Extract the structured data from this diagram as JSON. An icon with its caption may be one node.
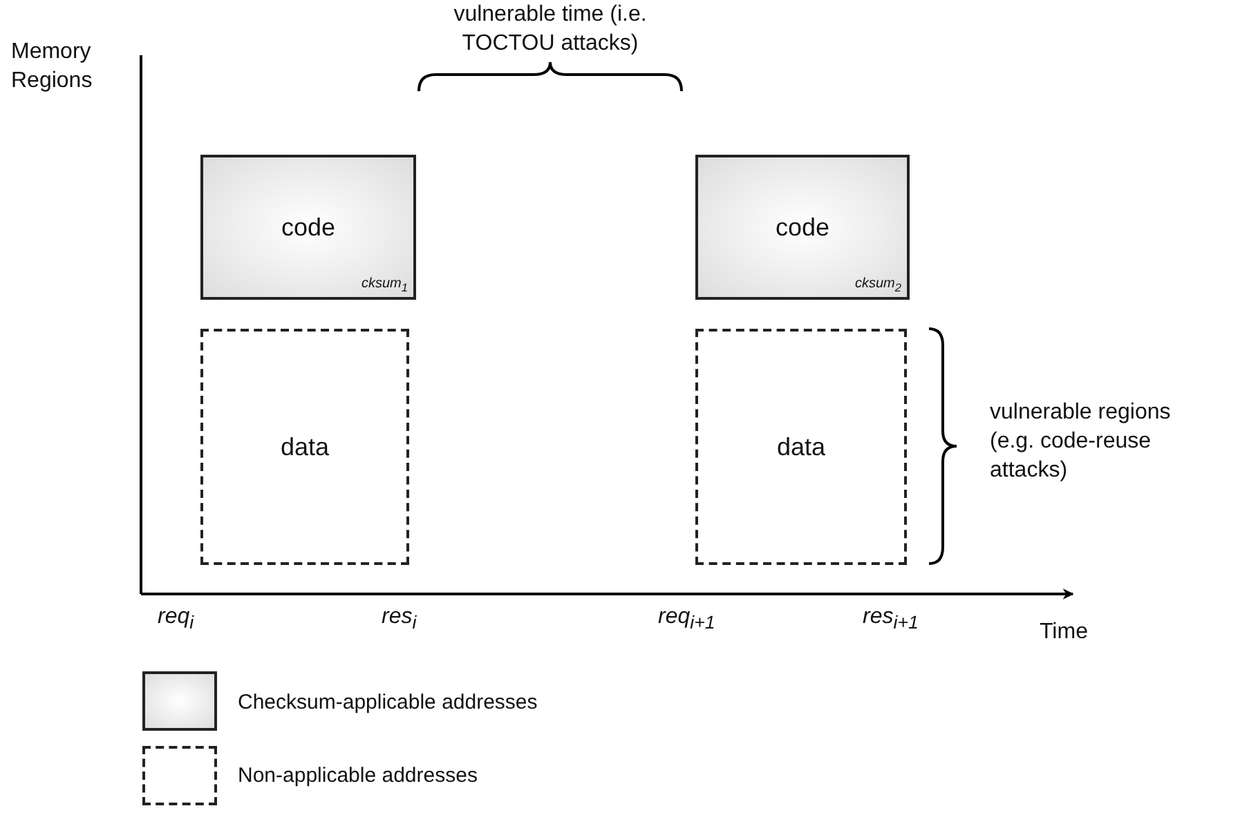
{
  "diagram": {
    "nodes": [
      {
        "text": [
          "code",
          "cksum$_{1}$"
        ]
      },
      {
        "text": [
          "data"
        ]
      },
      {
        "text": [
          "code",
          "cksum$_{2}$"
        ]
      },
      {
        "text": [
          "data"
        ]
      }
    ],
    "labels": [
      "Memory Regions",
      "vulnerable time (i.e. TOCTOU attacks)",
      "vulnerable regions (e.g. code-reuse attacks)",
      "req$_{i}$",
      "res$_{i}$",
      "req$_{i+1}$",
      "res$_{i+1}$",
      "Time"
    ],
    "legend": [
      {
        "text": "Checksum-applicable addresses"
      },
      {
        "text": "Non-applicable addresses"
      }
    ]
  }
}
